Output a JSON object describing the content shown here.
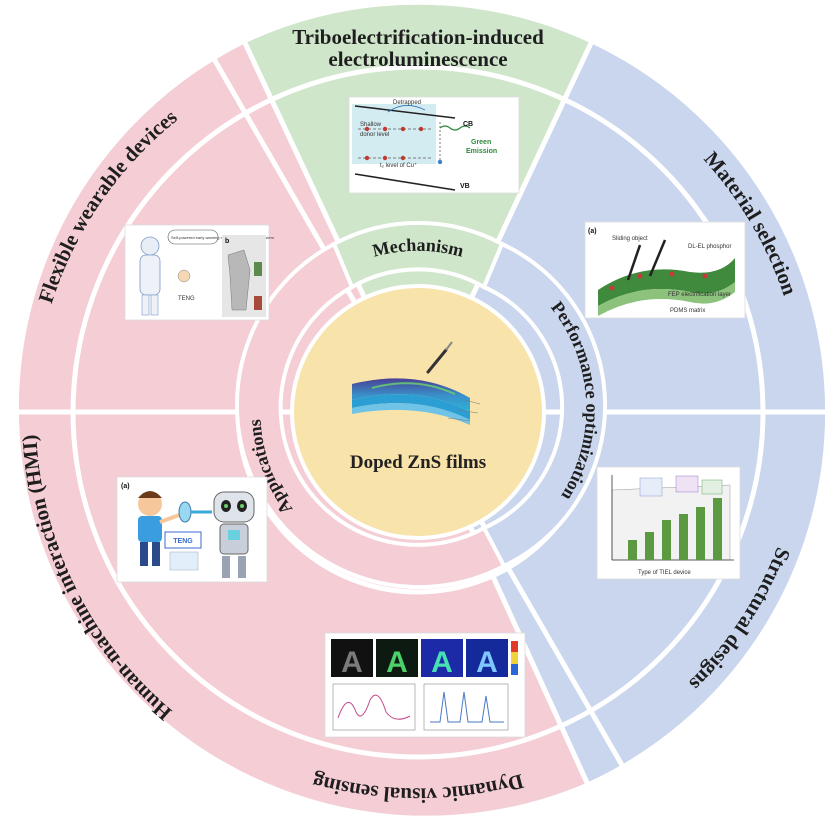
{
  "center": {
    "title": "Doped ZnS films"
  },
  "inner_ring": {
    "mechanism": "Mechanism",
    "performance": "Performance optimization",
    "applications": "Applications"
  },
  "outer_ring": {
    "top": [
      "Triboelectrification-induced",
      "electroluminescence"
    ],
    "material": "Material selection",
    "structural": "Structural designs",
    "visual": "Dynamic visual sensing",
    "hmi": "Human-machine interaction (HMI)",
    "wearable": "Flexible wearable devices"
  },
  "figure_text": {
    "detrapped": "Detrapped",
    "shallow": "Shallow",
    "donor": "donor level",
    "cb": "CB",
    "vb": "VB",
    "green1": "Green",
    "green2": "Emission",
    "t2level": "t₂ level of Cu⁺",
    "panel_a": "(a)",
    "sliding": "Sliding object",
    "dl_el": "DL-EL phosphor",
    "fep": "FEP electrification layer",
    "pdms": "PDMS matrix",
    "teng": "TENG",
    "teng_box": "TENG",
    "panel_b": "b",
    "wear_caption": "Self-powered early warning medical protective suit system",
    "type_label": "Type of TIEL device"
  },
  "colors": {
    "pink": "#f4cdd5",
    "green": "#cfe6cb",
    "blue": "#c9d6ee",
    "center": "#f8e3aa",
    "ring_stroke": "#ffffff"
  }
}
